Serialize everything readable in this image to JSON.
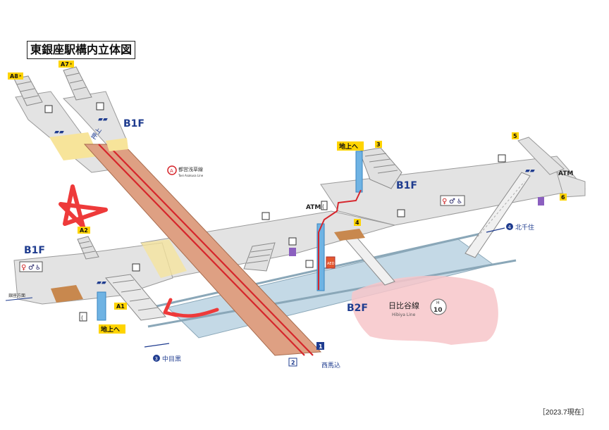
{
  "title": "東銀座駅構内立体図",
  "updated": "［2023.7現在］",
  "floors": {
    "b1f_left": "B1F",
    "b1f_mid": "B1F",
    "b1f_right": "B1F",
    "b2f": "B2F"
  },
  "exits": {
    "a8": "A8",
    "a7": "A7",
    "a2": "A2",
    "a1": "A1",
    "e3": "3",
    "e4": "4",
    "e5": "5",
    "e6": "6"
  },
  "labels": {
    "to_surface_1": "地上へ",
    "to_surface_2": "地上へ",
    "oshiage": "押上",
    "ginza_direction": "銀座方面",
    "nishimagome": "西馬込",
    "kitasenju": "北千住",
    "nakameguro": "中目黒",
    "asakusa_line_jp": "都営浅草線",
    "asakusa_line_en": "Toei Asakusa Line",
    "hibiya_line_jp": "日比谷線",
    "hibiya_line_en": "Hibiya Line",
    "hibiya_code_h": "H",
    "hibiya_code_num": "10",
    "atm_1": "ATM",
    "atm_2": "ATM",
    "aed": "AED"
  },
  "platform_numbers": {
    "p1": "1",
    "p2": "2",
    "p3": "3",
    "p4": "4"
  },
  "colors": {
    "floor": "#e3e3e3",
    "floor_edge": "#9a9a9a",
    "asakusa_platform": "#dea083",
    "asakusa_line": "#d6262c",
    "hibiya_platform": "#c4d9e6",
    "hibiya_blob": "#f7c6c9",
    "elevator": "#6fb3e3",
    "exit_badge": "#ffd400",
    "nav_blue": "#1f3c8f",
    "annotation_red": "#ee3a3a",
    "wood": "#c8884e"
  },
  "icons": [
    "toilet-icon",
    "accessible-toilet-icon",
    "elevator-icon",
    "escalator-icon",
    "stairs-icon",
    "atm-icon",
    "phone-icon",
    "aed-icon",
    "locker-icon"
  ]
}
